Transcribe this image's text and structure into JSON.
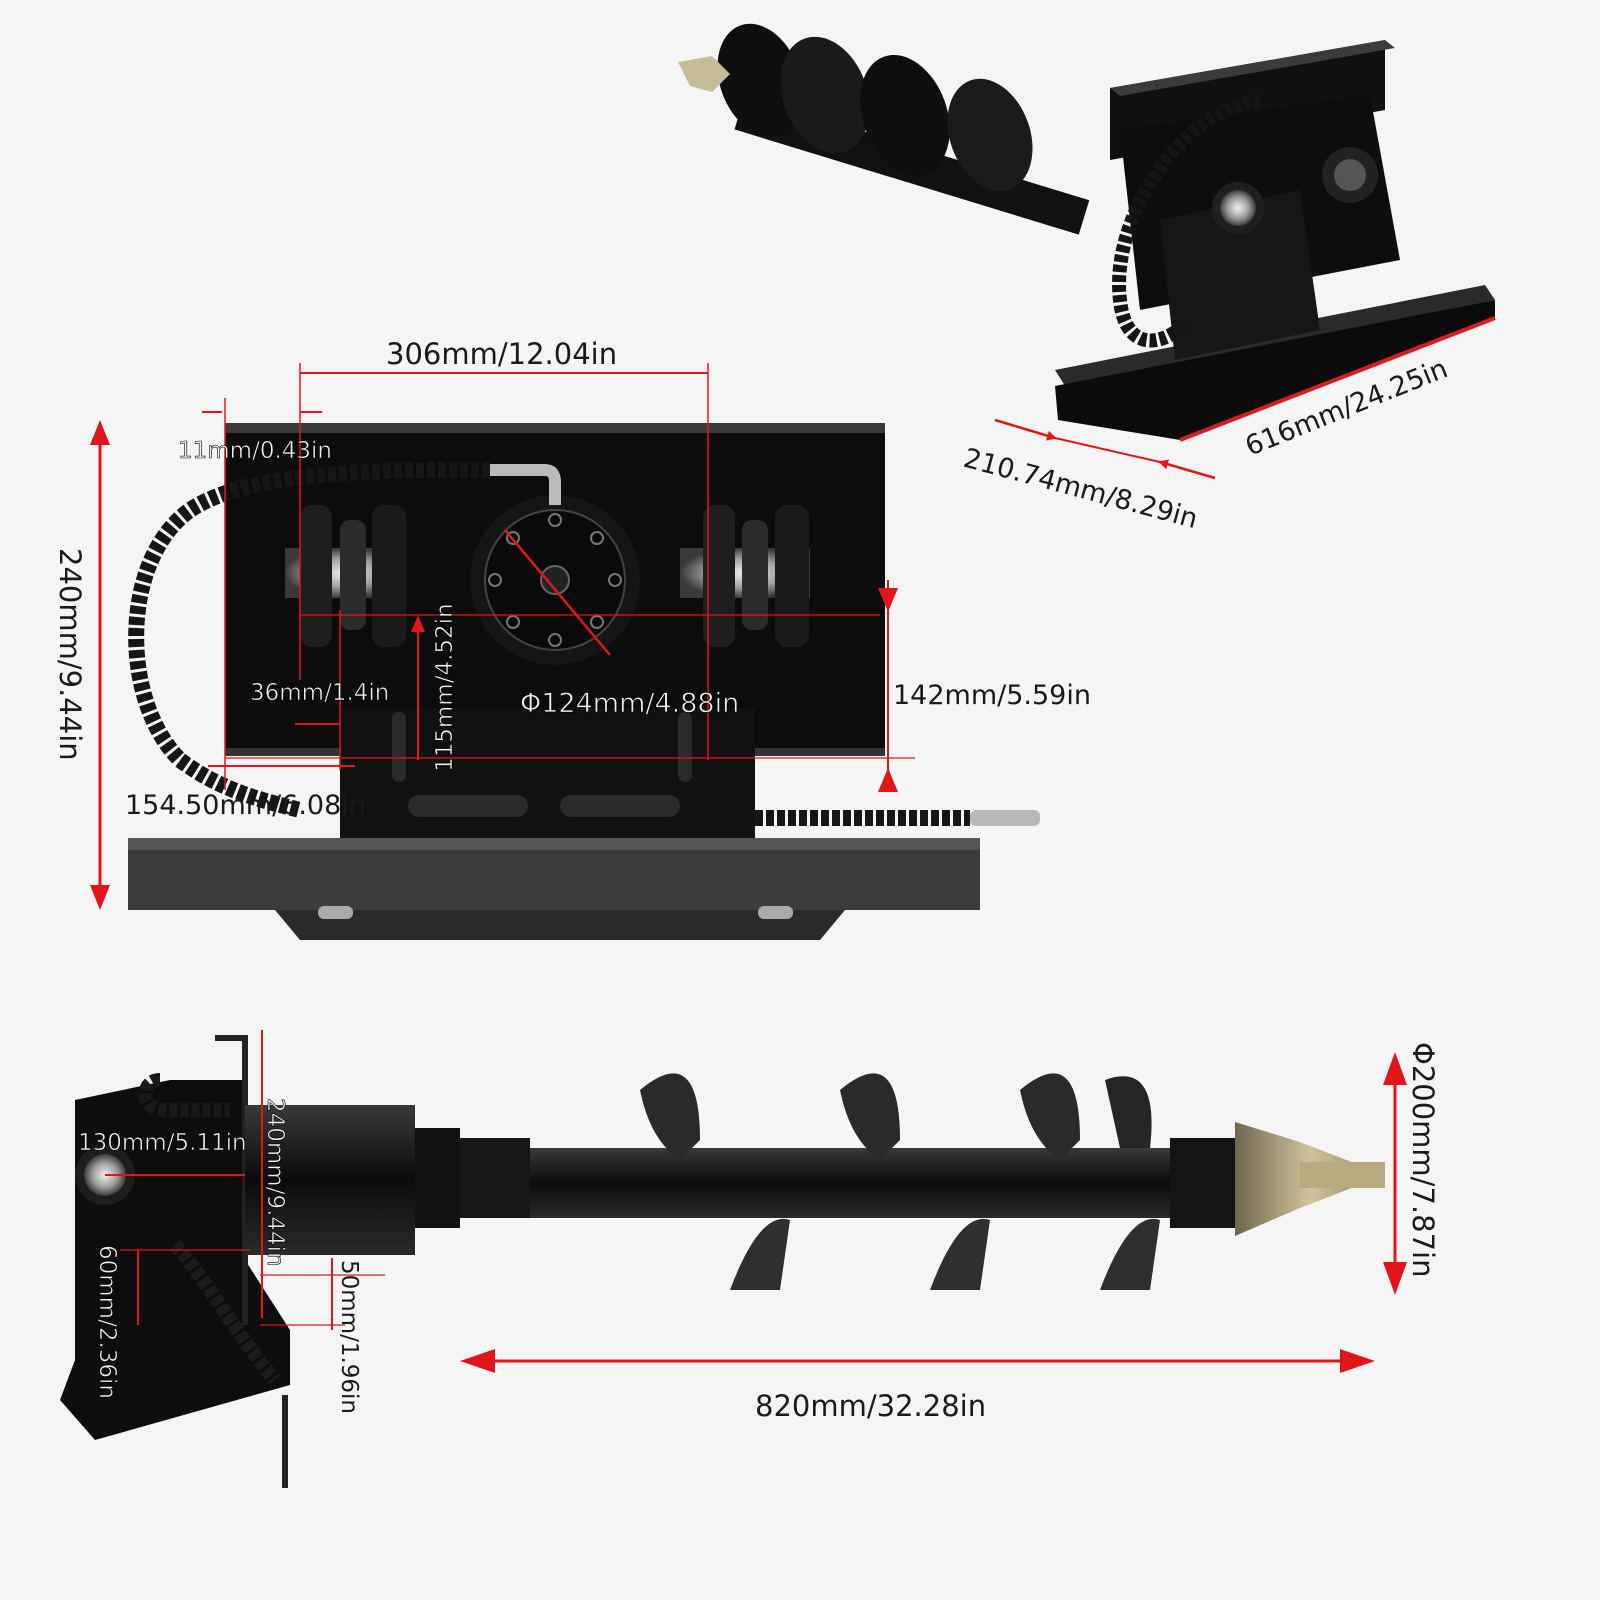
{
  "colors": {
    "background": "#f5f5f6",
    "dimension_line": "#e0161b",
    "part_black": "#0c0c0c",
    "auger_tip": "#a89b72"
  },
  "views": {
    "isometric": {
      "depth": "210.74mm/8.29in",
      "length": "616mm/24.25in"
    },
    "front": {
      "width_top": "306mm/12.04in",
      "offset_left": "11mm/0.43in",
      "height_total": "240mm/9.44in",
      "pin_spacing": "36mm/1.4in",
      "pin_height": "115mm/4.52in",
      "motor_diameter": "Φ124mm/4.88in",
      "pin_to_bottom": "142mm/5.59in",
      "bracket_offset": "154.50mm/6.08in"
    },
    "side": {
      "pin_length": "130mm/5.11in",
      "plate_height": "240mm/9.44in",
      "lower_offset": "60mm/2.36in",
      "lip_height": "50mm/1.96in",
      "auger_length": "820mm/32.28in",
      "auger_diameter": "Φ200mm/7.87in"
    }
  }
}
